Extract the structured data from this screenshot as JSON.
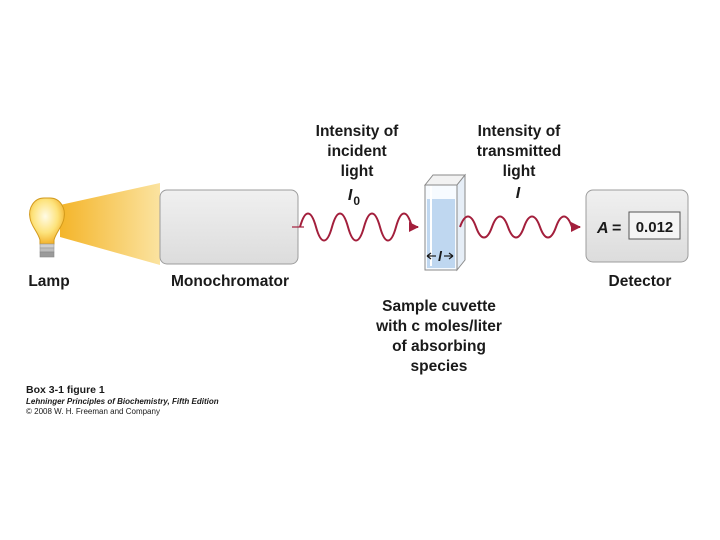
{
  "labels": {
    "lamp": "Lamp",
    "monochromator": "Monochromator",
    "detector": "Detector",
    "incident": [
      "Intensity of",
      "incident",
      "light"
    ],
    "incident_symbol": "I",
    "incident_subscript": "0",
    "transmitted": [
      "Intensity of",
      "transmitted",
      "light"
    ],
    "transmitted_symbol": "I",
    "sample": [
      "Sample cuvette",
      "with c moles/liter",
      "of absorbing",
      "species"
    ],
    "pathlength_symbol": "l"
  },
  "detector_display": {
    "symbol": "A",
    "equals": "=",
    "reading": "0.012"
  },
  "caption": {
    "title": "Box 3-1 figure 1",
    "book": "Lehninger Principles of Biochemistry, Fifth Edition",
    "copyright": "© 2008 W. H. Freeman and Company"
  },
  "colors": {
    "wave": "#a31f3c",
    "light_beam": "#f6c233",
    "monochromator_fill": "#e6e6e6",
    "cuvette_liquid": "#bfd7f0",
    "detector_fill": "#e6e6e6"
  }
}
